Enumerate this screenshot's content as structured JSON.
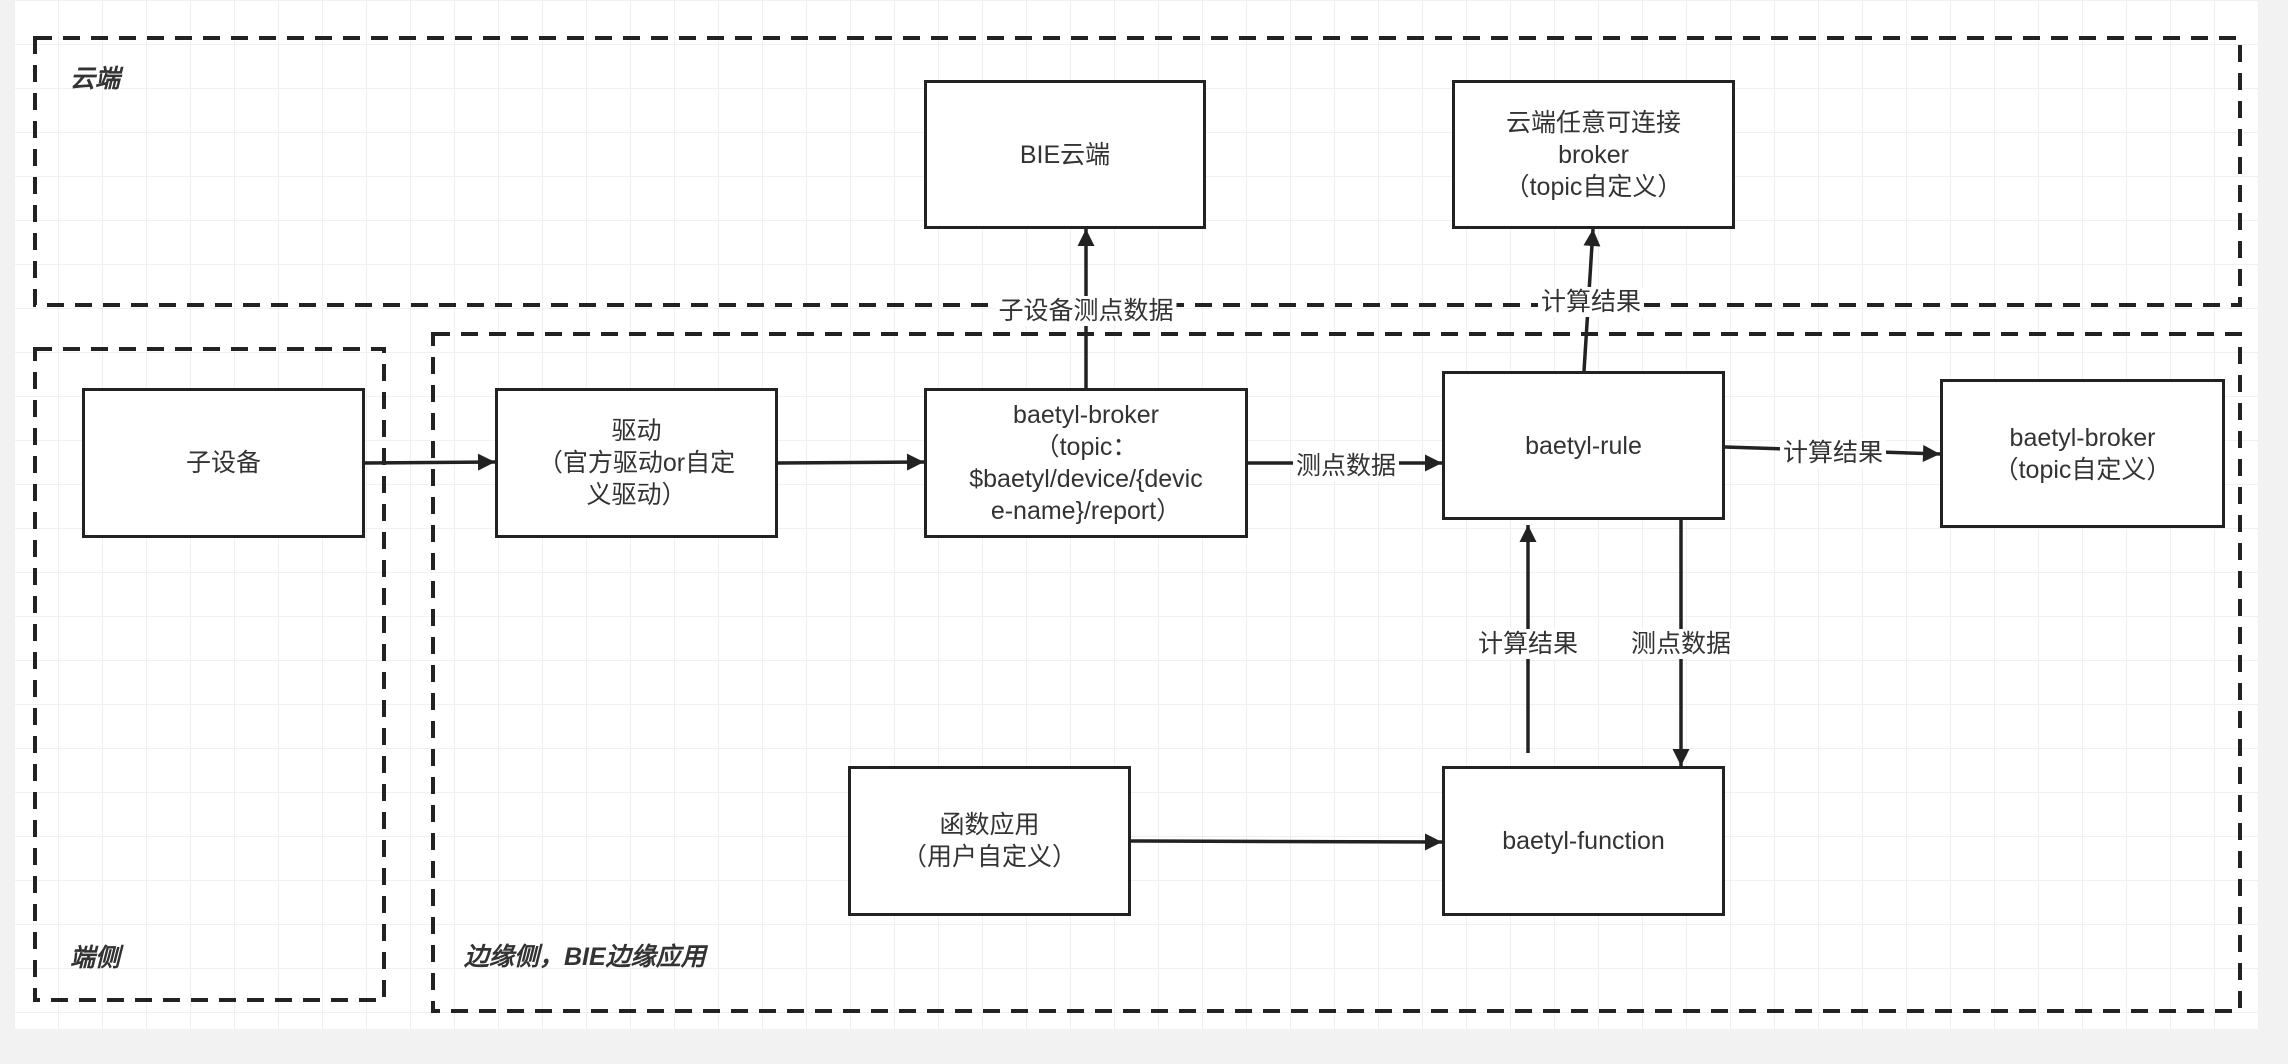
{
  "regions": {
    "cloud": {
      "label": "云端"
    },
    "device_side": {
      "label": "端侧"
    },
    "edge_side": {
      "label": "边缘侧，BIE边缘应用"
    }
  },
  "nodes": {
    "bie_cloud": {
      "lines": [
        "BIE云端"
      ]
    },
    "cloud_broker": {
      "lines": [
        "云端任意可连接",
        "broker",
        "（topic自定义）"
      ]
    },
    "sub_device": {
      "lines": [
        "子设备"
      ]
    },
    "driver": {
      "lines": [
        "驱动",
        "（官方驱动or自定",
        "义驱动）"
      ]
    },
    "baetyl_broker": {
      "lines": [
        "baetyl-broker",
        "（topic：",
        "$baetyl/device/{devic",
        "e-name}/report）"
      ]
    },
    "baetyl_rule": {
      "lines": [
        "baetyl-rule"
      ]
    },
    "custom_broker": {
      "lines": [
        "baetyl-broker",
        "（topic自定义）"
      ]
    },
    "function_app": {
      "lines": [
        "函数应用",
        "（用户自定义）"
      ]
    },
    "baetyl_function": {
      "lines": [
        "baetyl-function"
      ]
    }
  },
  "edges": {
    "broker_to_bie_cloud": {
      "label": "子设备测点数据"
    },
    "broker_to_rule": {
      "label": "测点数据"
    },
    "rule_to_cloud_broker": {
      "label": "计算结果"
    },
    "rule_to_custom_broker": {
      "label": "计算结果"
    },
    "rule_to_function": {
      "label": "测点数据"
    },
    "function_to_rule": {
      "label": "计算结果"
    }
  },
  "colors": {
    "line": "#222222",
    "text": "#333333",
    "canvas": "#ffffff",
    "background": "#f2f2f2",
    "grid": "#f0f0f0"
  }
}
